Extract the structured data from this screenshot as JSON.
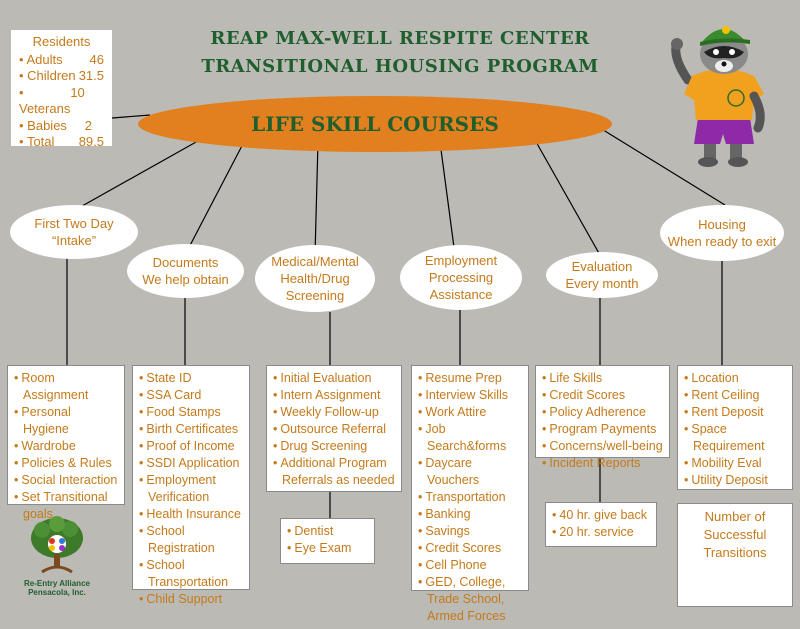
{
  "title": {
    "line1": "REAP MAX-WELL RESPITE CENTER",
    "line2": "TRANSITIONAL HOUSING PROGRAM"
  },
  "center": "LIFE SKILL COURSES",
  "residents": {
    "heading": "Residents",
    "rows": [
      {
        "label": "Adults",
        "value": "46"
      },
      {
        "label": "Children",
        "value": "31.5"
      },
      {
        "label": "Veterans",
        "value": "10"
      },
      {
        "label": "Babies",
        "value": "2"
      },
      {
        "label": "Total",
        "value": "89.5"
      }
    ]
  },
  "nodes": [
    {
      "line1": "First Two Day",
      "line2": "“Intake”",
      "line3": ""
    },
    {
      "line1": "Documents",
      "line2": "We help obtain",
      "line3": ""
    },
    {
      "line1": "Medical/Mental",
      "line2": "Health/Drug",
      "line3": "Screening"
    },
    {
      "line1": "Employment",
      "line2": "Processing",
      "line3": "Assistance"
    },
    {
      "line1": "Evaluation",
      "line2": "Every month",
      "line3": ""
    },
    {
      "line1": "Housing",
      "line2": "When ready to exit",
      "line3": ""
    }
  ],
  "lists": {
    "intake": [
      "Room Assignment",
      "Personal Hygiene",
      "Wardrobe",
      "Policies & Rules",
      "Social Interaction",
      "Set Transitional goals"
    ],
    "documents": [
      "State ID",
      "SSA Card",
      "Food Stamps",
      "Birth Certificates",
      "Proof of Income",
      "SSDI Application",
      "Employment Verification",
      "Health Insurance",
      "School Registration",
      "School Transportation",
      "Child Support"
    ],
    "medical": [
      "Initial Evaluation",
      "Intern Assignment",
      "Weekly Follow-up",
      "Outsource Referral",
      "Drug Screening",
      "Additional Program Referrals as needed"
    ],
    "medical_sub": [
      "Dentist",
      "Eye Exam"
    ],
    "employment": [
      "Resume Prep",
      "Interview Skills",
      "Work Attire",
      "Job Search&forms",
      "Daycare Vouchers",
      "Transportation",
      "Banking",
      "Savings",
      "Credit Scores",
      "Cell Phone",
      "GED, College, Trade School, Armed Forces"
    ],
    "evaluation": [
      "Life Skills",
      "Credit Scores",
      "Policy Adherence",
      "Program Payments",
      "Concerns/well-being",
      "Incident Reports"
    ],
    "evaluation_sub": [
      "40 hr. give back",
      "20 hr. service"
    ],
    "housing": [
      "Location",
      "Rent Ceiling",
      "Rent Deposit",
      "Space Requirement",
      "Mobility Eval",
      "Utility Deposit"
    ],
    "housing_sub": "Number of Successful Transitions"
  },
  "logo": {
    "line1": "Re-Entry Alliance",
    "line2": "Pensacola, Inc."
  }
}
